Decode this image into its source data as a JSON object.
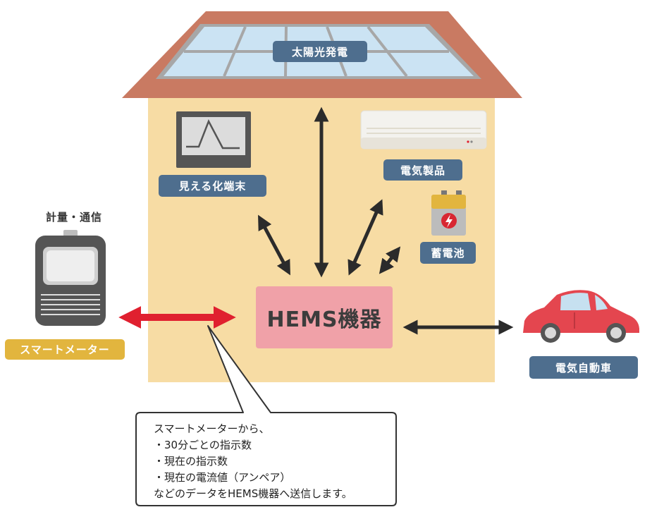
{
  "labels": {
    "solar": "太陽光発電",
    "display_terminal": "見える化端末",
    "appliances": "電気製品",
    "storage_battery": "蓄電池",
    "meter_caption": "計量・通信",
    "smart_meter": "スマートメーター",
    "hems": "HEMS機器",
    "ev": "電気自動車"
  },
  "callout": {
    "lines": [
      "スマートメーターから、",
      "・30分ごとの指示数",
      "・現在の指示数",
      "・現在の電流値（アンペア）",
      "などのデータをHEMS機器へ送信します。"
    ]
  },
  "colors": {
    "house_wall": "#f7dca4",
    "roof": "#c97a62",
    "label_blue": "#4e6e8e",
    "label_gold": "#e2b53e",
    "hems_box": "#f0a1a8",
    "meter_arrow": "#e0202f",
    "arrows": "#2b2b2b",
    "car": "#e4464f"
  },
  "icons": [
    "solar-panel-icon",
    "monitor-icon",
    "air-conditioner-icon",
    "battery-icon",
    "smart-meter-icon",
    "car-icon"
  ]
}
